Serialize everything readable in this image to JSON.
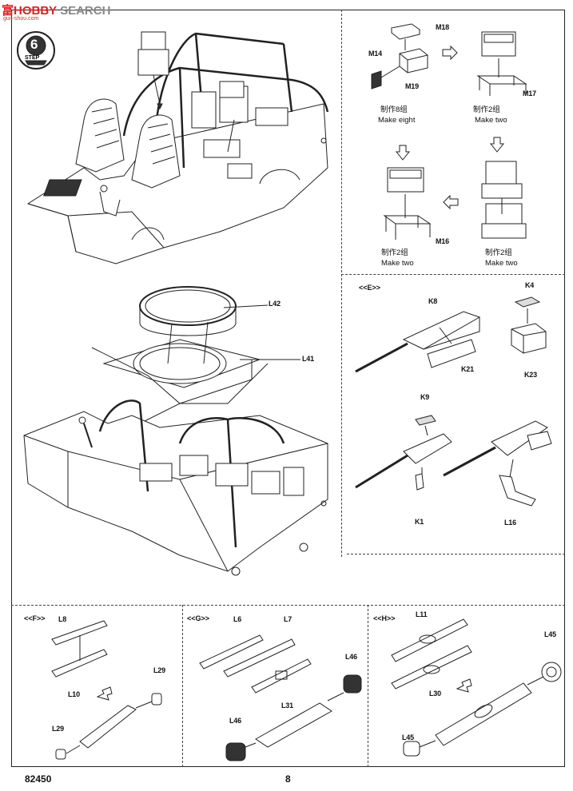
{
  "watermark": {
    "brand_a": "富",
    "brand_b": "HOBBY",
    "brand_c": " SEARCH",
    "url": "gun-shou.com"
  },
  "step": {
    "number": "6",
    "word": "STEP"
  },
  "labels": {
    "L42": "L42",
    "L41": "L41",
    "M18": "M18",
    "M14": "M14",
    "M19": "M19",
    "M17": "M17",
    "M16": "M16",
    "K8": "K8",
    "K21": "K21",
    "K4": "K4",
    "K23": "K23",
    "K9": "K9",
    "K1": "K1",
    "L16": "L16",
    "L8": "L8",
    "L10": "L10",
    "L29a": "L29",
    "L29b": "L29",
    "L6": "L6",
    "L7": "L7",
    "L31": "L31",
    "L46a": "L46",
    "L46b": "L46",
    "L11": "L11",
    "L30": "L30",
    "L45a": "L45",
    "L45b": "L45"
  },
  "captions": {
    "make8_cn": "制作8组",
    "make8_en": "Make eight",
    "make2a_cn": "制作2组",
    "make2a_en": "Make two",
    "make2b_cn": "制作2组",
    "make2b_en": "Make two",
    "make2c_cn": "制作2组",
    "make2c_en": "Make two"
  },
  "sections": {
    "E": "<<E>>",
    "F": "<<F>>",
    "G": "<<G>>",
    "H": "<<H>>"
  },
  "footer": {
    "kit": "82450",
    "page": "8"
  }
}
